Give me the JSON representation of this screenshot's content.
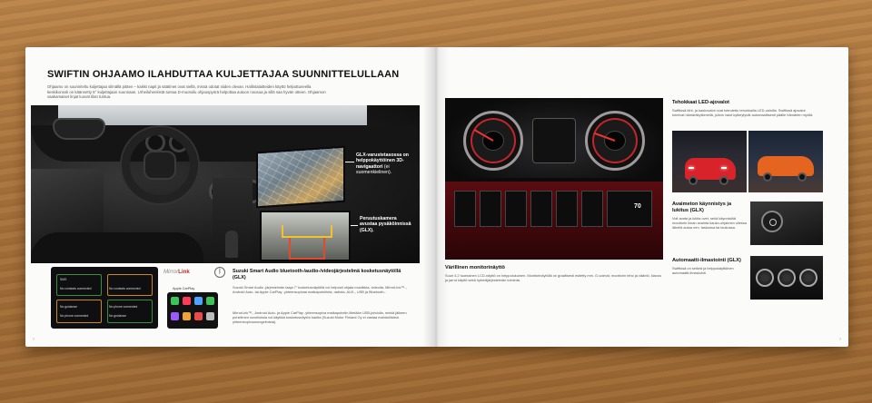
{
  "left_page": {
    "headline": "SWIFTIN OHJAAMO ILAHDUTTAA KULJETTAJAA SUUNNITTELULLAAN",
    "intro": "Ohjaamo on suunniteltu kuljettajaa silmällä pitäen – kaikki napit ja säätimet ovat siellä, missä odotat niiden olevan. Hallintalaitteiden käyttö helpottuneella keskikonsoli on käännetty 5° kuljettajaan suunnaan. Urheiluhenkistä tuntua D-muotoilu ohjauspyörä helpottaa autoon nousua ja sillä saa hyvän otteen. Ohjaamon vaakamaiset linjat luovat tilan tuntua.",
    "callouts": {
      "nav": "GLX-varustetasossa on helppokäyttöinen 3D-navigaattori",
      "nav_sub": "(ei suomenkielinen).",
      "camera": "Peruutuskamera avustaa pysäköinnissä (GLX)."
    },
    "phone_screen": {
      "labels": [
        "SMS",
        "No contacts connected",
        "No contacts connected",
        "No guidance",
        "No phone connected",
        "No phone connected",
        "No guidance"
      ]
    },
    "mirrorlink": {
      "prefix": "Mirror",
      "suffix": "Link",
      "carplay": "Apple CarPlay",
      "bt_symbol": "ᛒ"
    },
    "smart_audio": {
      "title": "Suzuki Smart Audio bluetooth-/audio-/videojärjestelmä kosketusnäytöllä (GLX)",
      "body": "Suzuki Smart Audio -järjestelmän laaja 7\" kosketusnäytöllä voi helposti ohjata musiikkia, videoita, MirrorLink™-, Android Auto- tai Apple CarPlay -yhteensopivaa matkapuhelinta, radiota, AUX-, USB ja Bluetooth-.",
      "body2": "MirrorLink™-, Android Auto- ja Apple CarPlay -yhteensopiva matkapuhelin liitetään USB-johdolla, minkä jälkeen puhelimen sovelluksia voi käyttää kosketusnäytön kautta (Suzuki Motor Finland Oy ei vastaa mahdollisista yhteensopivuusongelmista)."
    },
    "page_number": "7"
  },
  "right_page": {
    "cluster": {
      "tile_number": "70"
    },
    "monitor": {
      "title": "Värillinen monitorinäyttö",
      "body": "Suuri 4,2 tuumainen LCD-näyttö on helppolukuinen. Monitorinäytöllä on graafisesti esitetty mm. G-voimat, moottorin teho ja vääntö, kiavus ja jarrut käyttö sekä hybridijärjestelmän toiminta."
    },
    "led": {
      "title": "Tehokkaat LED-ajovalot",
      "body": "Swiftissä lähi- ja kaukovalot ovat toteutettu tehokkailla LED-valoilla. Swiftissä ajovalot toimivat hämäräkytkimellä, jolloin valot kytkeytyvät automaattisesti päälle hämärien myötä."
    },
    "key": {
      "title": "Avaimeton käynnistys ja lukitus (GLX)",
      "body": "Voit avata ja lukita ovet, sekä käynnistää moottorin ilman avainta kauko-ohjaimen ollessa lähellä autoa mm. taskussa tai laukussa."
    },
    "ac": {
      "title": "Automaatti-ilmastointi (GLX)",
      "body": "Swiftissä on selkeä ja helppokäyttöinen automaatti-ilmastointi."
    },
    "page_number": "7"
  },
  "colors": {
    "accent_red": "#c0262b",
    "text_dark": "#111111",
    "text_body": "#555555"
  }
}
